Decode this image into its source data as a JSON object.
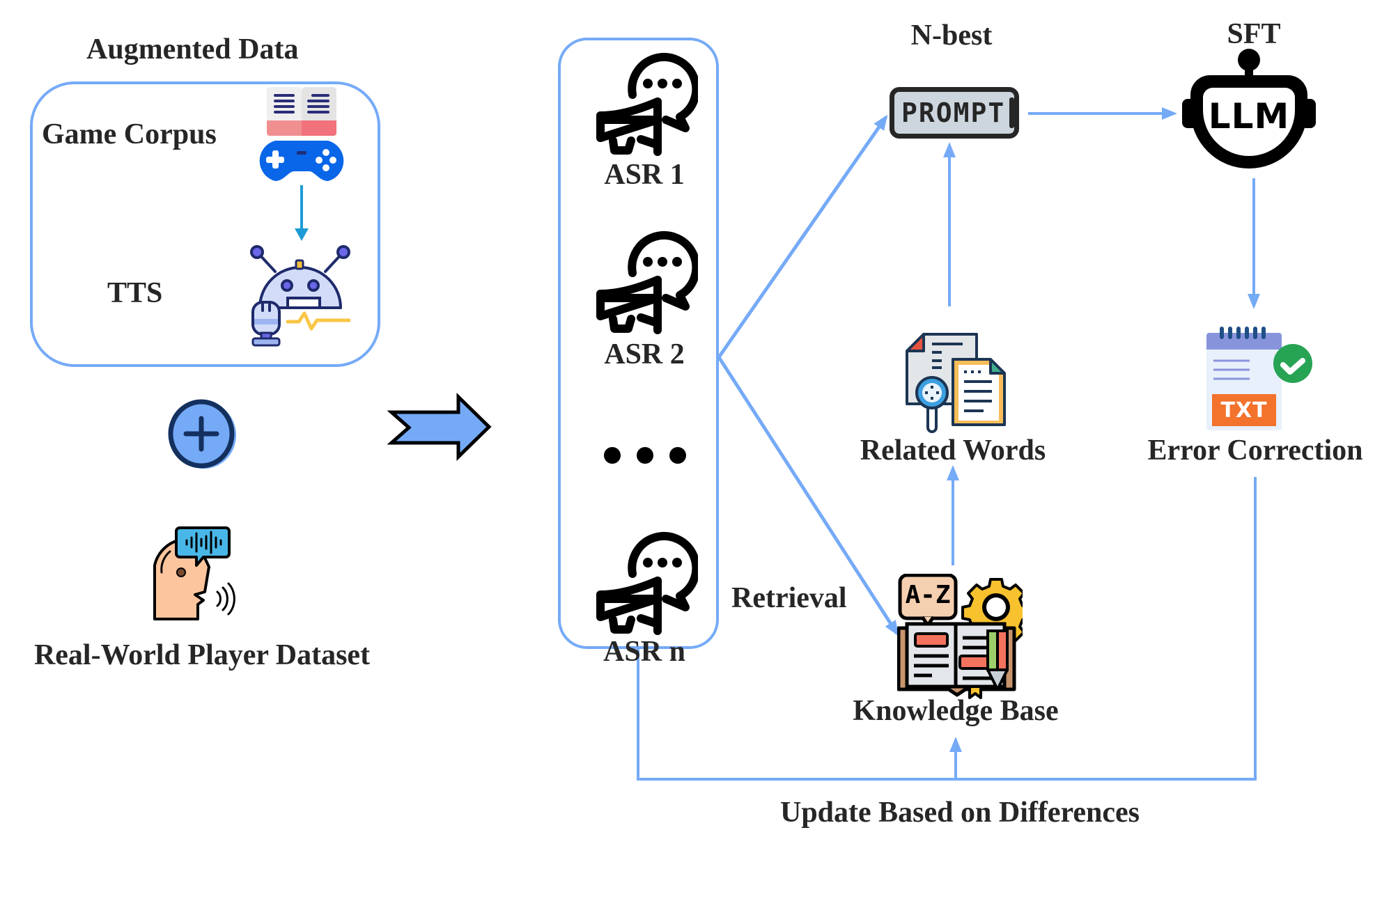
{
  "augmented": {
    "title": "Augmented Data",
    "game_corpus": "Game Corpus",
    "tts": "TTS"
  },
  "real_world": {
    "label": "Real-World Player Dataset"
  },
  "asr": {
    "items": [
      "ASR 1",
      "ASR 2",
      "ASR n"
    ],
    "ellipsis": "•••"
  },
  "nbest": {
    "title": "N-best",
    "prompt_text": "PROMPT"
  },
  "sft": {
    "title": "SFT",
    "llm_text": "LLM"
  },
  "related_words": {
    "label": "Related Words"
  },
  "error_correction": {
    "label": "Error Correction",
    "badge_text": "TXT"
  },
  "knowledge_base": {
    "label": "Knowledge Base",
    "badge_text": "A-Z"
  },
  "retrieval": {
    "label": "Retrieval"
  },
  "update": {
    "label": "Update Based on Differences"
  },
  "colors": {
    "connector": "#75aaf7",
    "text": "#262626",
    "icon_dark": "#1b1b1b"
  }
}
